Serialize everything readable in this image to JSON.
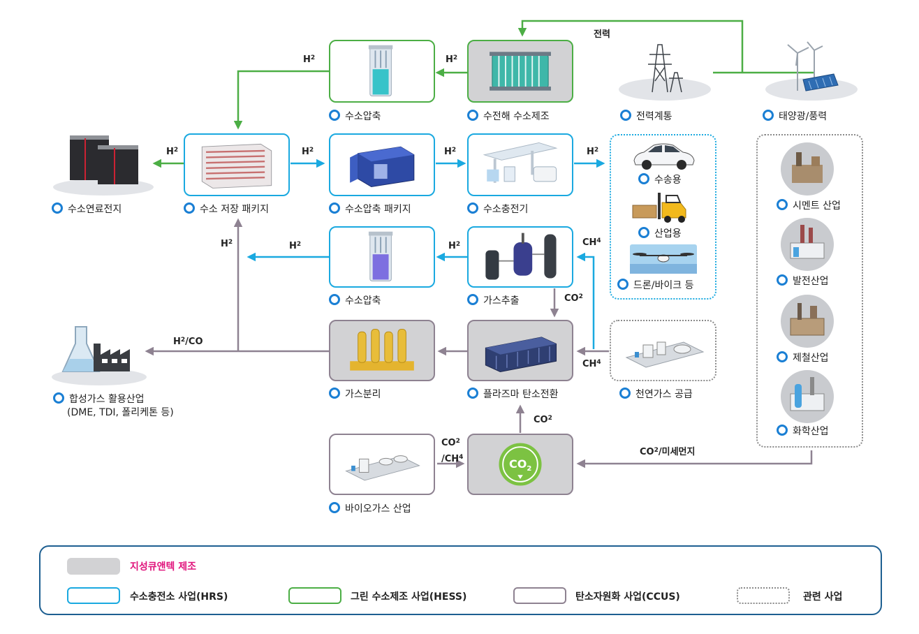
{
  "edges": {
    "power": "전력",
    "h2": "H",
    "h2_sub": "2",
    "co2": "CO",
    "co2_sub": "2",
    "ch4": "CH",
    "ch4_sub": "4",
    "h2co_a": "H",
    "h2co_sub": "2",
    "h2co_b": "/CO",
    "co2ch4_a": "CO",
    "co2ch4_sub1": "2",
    "co2ch4_b": "/CH",
    "co2ch4_sub2": "4",
    "co2dust_a": "CO",
    "co2dust_sub": "2",
    "co2dust_b": "/미세먼지"
  },
  "nodes": {
    "compress_top": "수소압축",
    "electrolysis": "수전해 수소제조",
    "grid": "전력계통",
    "solar_wind": "태양광/풍력",
    "fuel_cell": "수소연료전지",
    "storage_package": "수소 저장 패키지",
    "compress_package": "수소압축 패키지",
    "charger": "수소충전기",
    "transport": "수송용",
    "industrial": "산업용",
    "drone_bike": "드론/바이크 등",
    "compress_mid": "수소압축",
    "gas_extraction": "가스추출",
    "cement": "시멘트 산업",
    "power_plant": "발전산업",
    "steel": "제철산업",
    "chemical": "화학산업",
    "syngas": "합성가스 활용산업",
    "syngas_detail": "(DME, TDI, 폴리케톤 등)",
    "gas_separation": "가스분리",
    "plasma": "플라즈마 탄소전환",
    "natural_gas": "천연가스 공급",
    "biogas": "바이오가스 산업",
    "co2_badge": "CO"
  },
  "legend": {
    "manufacturing": "지성큐앤텍 제조",
    "hrs": "수소충전소 사업(HRS)",
    "hess": "그린 수소제조 사업(HESS)",
    "ccus": "탄소자원화 사업(CCUS)",
    "related": "관련 사업"
  },
  "colors": {
    "hrs": "#1aa9e0",
    "hess": "#4cae45",
    "ccus": "#8e8291",
    "manufacturing_fill": "#d2d2d4",
    "related_border": "#8a8a8a",
    "legend_title": "#e0147c",
    "legend_border": "#1d5f91",
    "bullet": "#1a7fd4"
  },
  "icons": [
    "compressor-icon",
    "electrolyzer-icon",
    "power-tower-icon",
    "wind-solar-icon",
    "fuel-cell-icon",
    "storage-package-icon",
    "compressor-package-icon",
    "charger-station-icon",
    "car-icon",
    "forklift-icon",
    "drone-icon",
    "gas-extraction-icon",
    "cement-plant-icon",
    "power-plant-icon",
    "steel-plant-icon",
    "chemical-plant-icon",
    "flask-factory-icon",
    "gas-separator-icon",
    "plasma-reactor-icon",
    "gas-plant-icon",
    "biogas-plant-icon",
    "co2-capture-icon"
  ]
}
